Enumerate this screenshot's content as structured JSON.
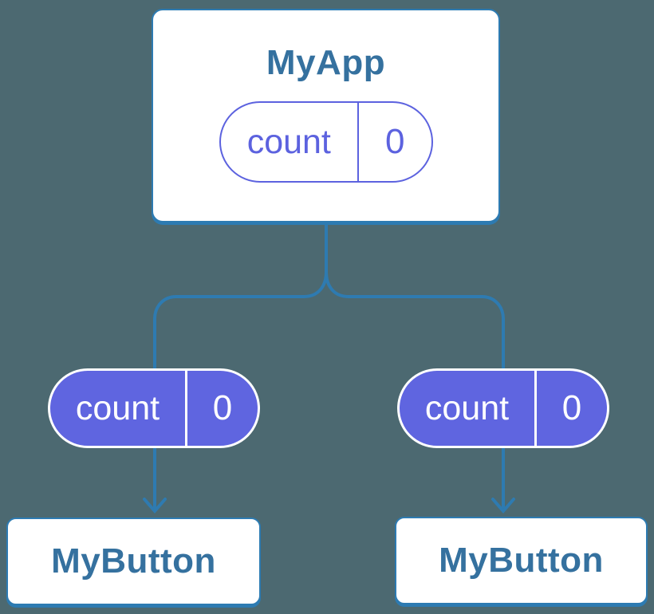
{
  "colors": {
    "background": "#4C6971",
    "connector": "#2E7BB1",
    "node_title": "#35719F",
    "pill_fill": "#5F65E0",
    "pill_outline": "#5C62DF",
    "node_background": "#FFFFFF",
    "node_border": "#2D7BB2",
    "pill_text_on_fill": "#FFFFFF"
  },
  "root": {
    "title": "MyApp",
    "state_pill": {
      "name": "count",
      "value": "0"
    }
  },
  "children": [
    {
      "pill": {
        "name": "count",
        "value": "0"
      },
      "title": "MyButton"
    },
    {
      "pill": {
        "name": "count",
        "value": "0"
      },
      "title": "MyButton"
    }
  ]
}
